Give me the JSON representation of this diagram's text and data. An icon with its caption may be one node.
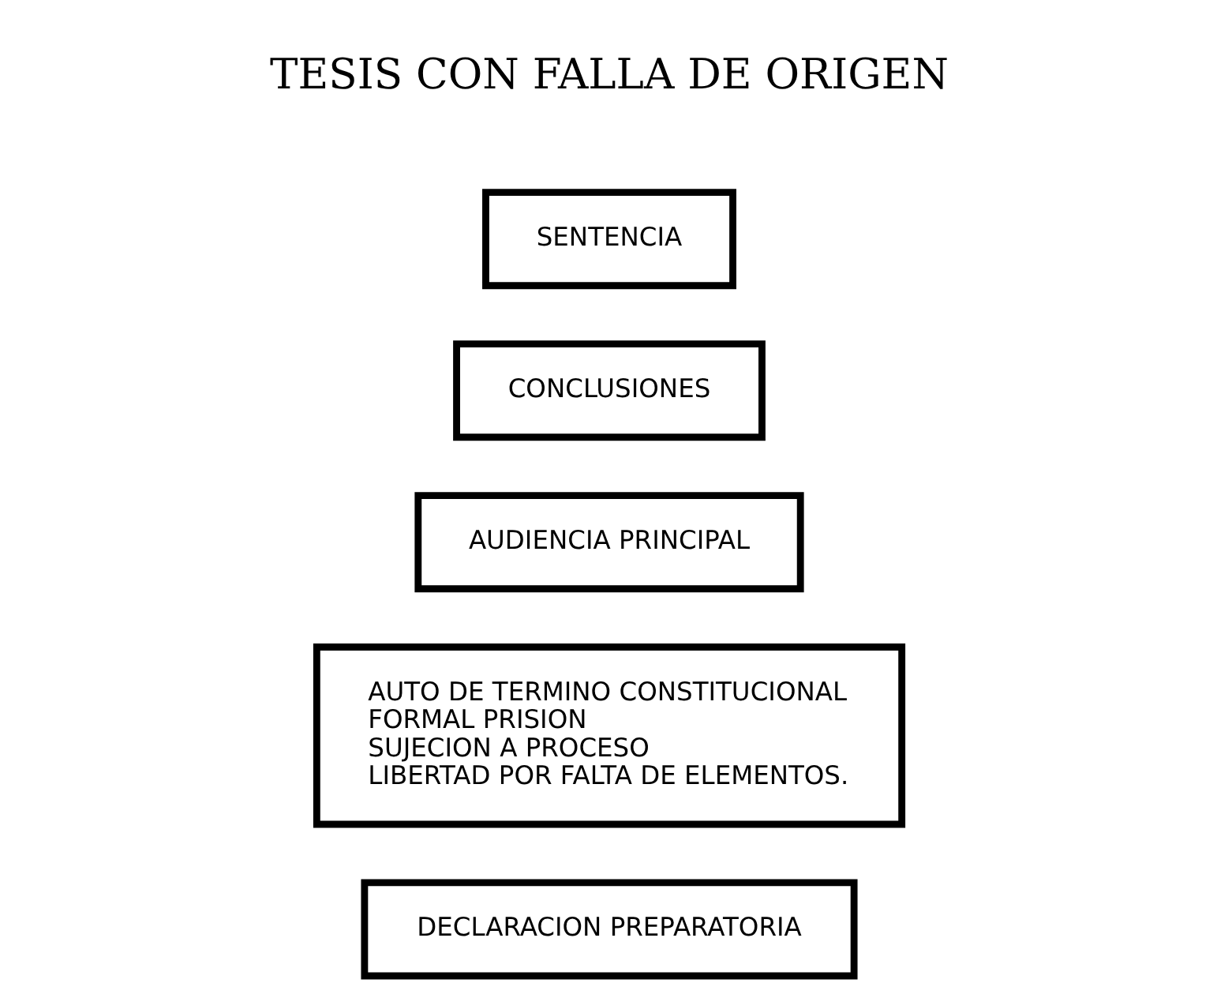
{
  "diagram": {
    "nodes": [
      {
        "text": [
          "DECLARACION PREPARATORIA"
        ]
      },
      {
        "text": [
          "AUTO DE TERMINO CONSTITUCIONAL",
          "FORMAL PRISION",
          "SUJECION A PROCESO",
          "LIBERTAD POR FALTA DE ELEMENTOS."
        ]
      },
      {
        "text": [
          "AUDIENCIA PRINCIPAL"
        ]
      },
      {
        "text": [
          "CONCLUSIONES"
        ]
      },
      {
        "text": [
          "SENTENCIA"
        ]
      }
    ],
    "edges": [],
    "labels": [
      "TESIS CON FALLA DE ORIGEN"
    ]
  }
}
